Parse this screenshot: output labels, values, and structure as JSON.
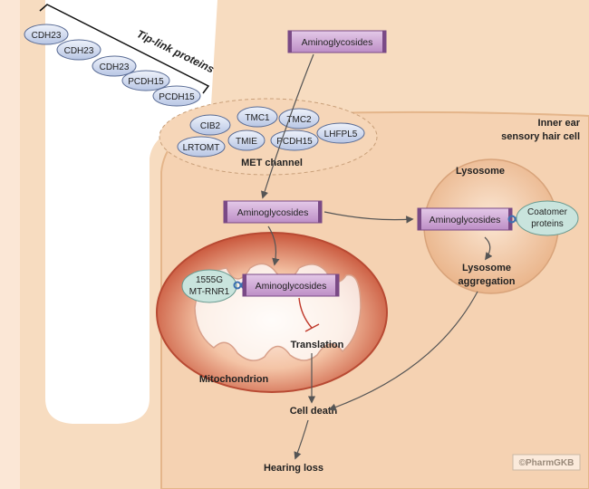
{
  "tip_link": {
    "title": "Tip-link proteins",
    "proteins": [
      "CDH23",
      "CDH23",
      "CDH23",
      "PCDH15",
      "PCDH15"
    ]
  },
  "met_channel": {
    "label": "MET channel",
    "proteins": [
      "CIB2",
      "TMC1",
      "TMC2",
      "LHFPL5",
      "LRTOMT",
      "TMIE",
      "PCDH15"
    ]
  },
  "cell_label": [
    "Inner ear",
    "sensory hair cell"
  ],
  "drug_top": "Aminoglycosides",
  "drug_cytoplasm": "Aminoglycosides",
  "lysosome": {
    "title": "Lysosome",
    "drug": "Aminoglycosides",
    "partner": [
      "Coatomer",
      "proteins"
    ],
    "aggregation": [
      "Lysosome",
      "aggregation"
    ]
  },
  "mitochondrion": {
    "title": "Mitochondrion",
    "drug": "Aminoglycosides",
    "variant": [
      "1555G",
      "MT-RNR1"
    ],
    "process": "Translation"
  },
  "outcomes": {
    "cell_death": "Cell death",
    "hearing_loss": "Hearing loss"
  },
  "credit": "©PharmGKB",
  "colors": {
    "cell": "#f7dcc0",
    "membrane": "#e7bc92",
    "drug": "#c9a0cf",
    "drug_border": "#7a4a86",
    "protein": "#cfd9ee",
    "protein_border": "#5a6c95",
    "mito_outer": "#c9563b",
    "lyso": "#f2ccaa",
    "teal": "#c9e4dd"
  }
}
